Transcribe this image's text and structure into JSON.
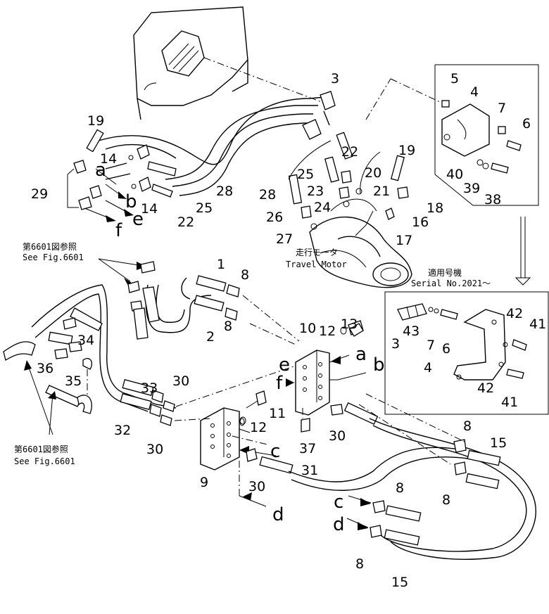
{
  "callouts": {
    "n1": "1",
    "n2": "2",
    "n3": "3",
    "n4": "4",
    "n5": "5",
    "n6": "6",
    "n7": "7",
    "n8a": "8",
    "n8b": "8",
    "n8c": "8",
    "n8d": "8",
    "n8e": "8",
    "n8f": "8",
    "n9": "9",
    "n10": "10",
    "n11": "11",
    "n12a": "12",
    "n12b": "12",
    "n13": "13",
    "n14a": "14",
    "n14b": "14",
    "n15a": "15",
    "n15b": "15",
    "n16": "16",
    "n17": "17",
    "n18": "18",
    "n19a": "19",
    "n19b": "19",
    "n20": "20",
    "n21": "21",
    "n22a": "22",
    "n22b": "22",
    "n23": "23",
    "n24": "24",
    "n25a": "25",
    "n25b": "25",
    "n26": "26",
    "n27": "27",
    "n28a": "28",
    "n28b": "28",
    "n29": "29",
    "n30a": "30",
    "n30b": "30",
    "n30c": "30",
    "n30d": "30",
    "n31": "31",
    "n32": "32",
    "n33": "33",
    "n34": "34",
    "n35": "35",
    "n36": "36",
    "n37": "37",
    "n38": "38",
    "n39": "39",
    "n40": "40",
    "i3": "3",
    "i4": "4",
    "i6": "6",
    "i7": "7",
    "i41a": "41",
    "i41b": "41",
    "i42a": "42",
    "i42b": "42",
    "i43": "43"
  },
  "letters": {
    "a1": "a",
    "b1": "b",
    "e1": "e",
    "f1": "f",
    "a2": "a",
    "b2": "b",
    "e2": "e",
    "f2": "f",
    "c1": "c",
    "d1": "d",
    "c2": "c",
    "d2": "d"
  },
  "notes": {
    "see_top_jp": "第6601図参照",
    "see_top_en": "See Fig.6601",
    "see_bottom_jp": "第6601図参照",
    "see_bottom_en": "See Fig.6601",
    "motor_jp": "走行モータ",
    "motor_en": "Travel Motor",
    "serial_jp": "適用号機",
    "serial_en": "Serial No.2021～"
  }
}
